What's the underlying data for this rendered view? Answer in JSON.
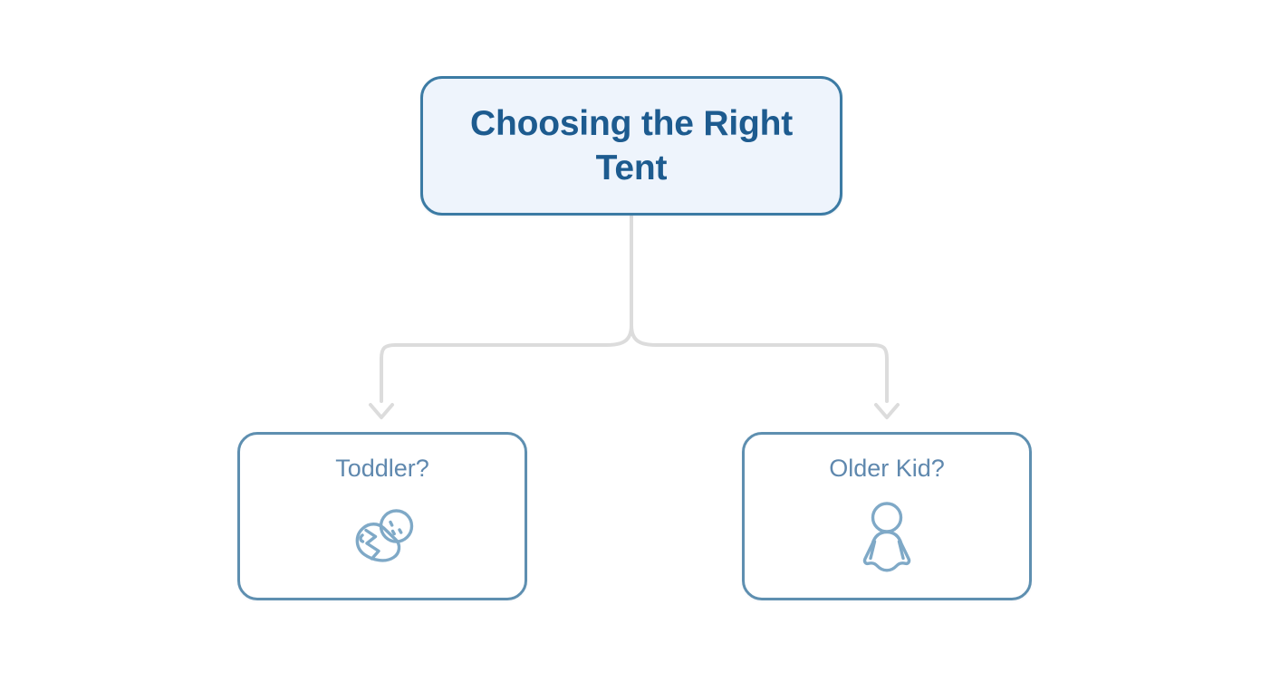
{
  "diagram": {
    "title": "Choosing the Right Tent",
    "background_color": "#ffffff",
    "root": {
      "label": "Choosing the Right Tent",
      "fill_color": "#eef4fc",
      "border_color": "#3c7ba4",
      "text_color": "#1d5b8f"
    },
    "connector": {
      "color": "#dcdcdc",
      "style": "elbow-rounded",
      "arrowhead": "chevron-down"
    },
    "children": [
      {
        "label": "Toddler?",
        "icon": "swaddled-baby-icon",
        "fill_color": "#ffffff",
        "border_color": "#5e8fb0",
        "text_color": "#5f88ae"
      },
      {
        "label": "Older Kid?",
        "icon": "child-figure-icon",
        "fill_color": "#ffffff",
        "border_color": "#5e8fb0",
        "text_color": "#5f88ae"
      }
    ]
  }
}
